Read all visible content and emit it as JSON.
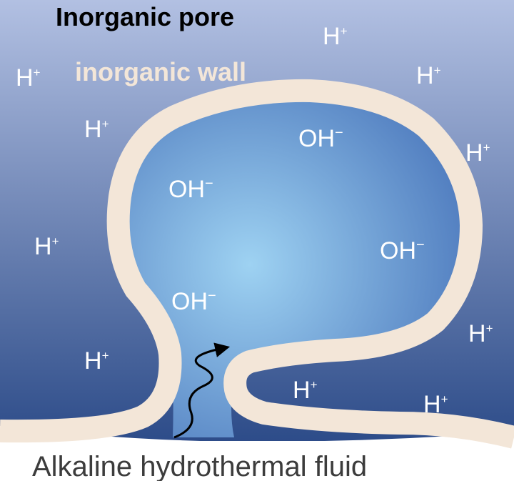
{
  "title": "Inorganic pore",
  "wall_label": "inorganic wall",
  "caption": "Alkaline hydrothermal fluid",
  "ions": {
    "proton": {
      "base": "H",
      "charge": "+"
    },
    "hydroxide": {
      "base": "OH",
      "charge": "−"
    }
  },
  "colors": {
    "background_top": "#b2c0e2",
    "background_bottom": "#2d4c89",
    "pore_center": "#9ed2f2",
    "pore_edge": "#4d79bd",
    "wall": "#f3e6d8",
    "title": "#000000",
    "caption": "#3c3c3c",
    "ion_text": "#ffffff"
  }
}
